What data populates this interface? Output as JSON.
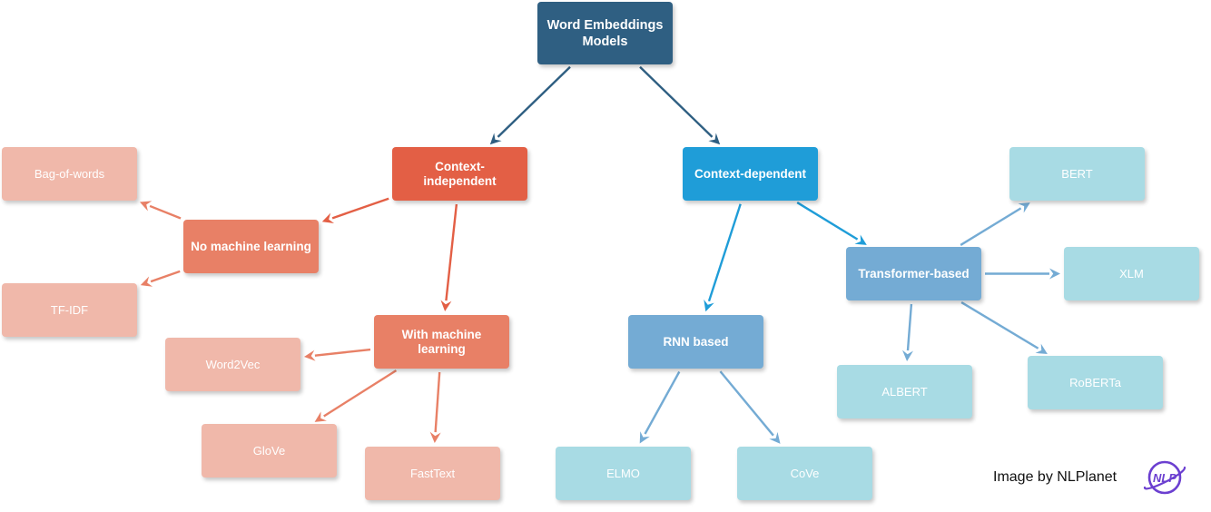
{
  "nodes": {
    "root": {
      "label": "Word Embeddings Models",
      "color": "#2f5f82",
      "text_color": "#ffffff"
    },
    "context_independent": {
      "label": "Context-independent",
      "color": "#e35f45",
      "text_color": "#ffffff"
    },
    "context_dependent": {
      "label": "Context-dependent",
      "color": "#1f9dd8",
      "text_color": "#ffffff"
    },
    "no_ml": {
      "label": "No machine learning",
      "color": "#e88066",
      "text_color": "#ffffff"
    },
    "with_ml": {
      "label": "With machine learning",
      "color": "#e88066",
      "text_color": "#ffffff"
    },
    "bag_of_words": {
      "label": "Bag-of-words",
      "color": "#f0b8aa",
      "text_color": "#ffffff"
    },
    "tf_idf": {
      "label": "TF-IDF",
      "color": "#f0b8aa",
      "text_color": "#ffffff"
    },
    "word2vec": {
      "label": "Word2Vec",
      "color": "#f0b8aa",
      "text_color": "#ffffff"
    },
    "glove": {
      "label": "GloVe",
      "color": "#f0b8aa",
      "text_color": "#ffffff"
    },
    "fasttext": {
      "label": "FastText",
      "color": "#f0b8aa",
      "text_color": "#ffffff"
    },
    "rnn_based": {
      "label": "RNN based",
      "color": "#74abd4",
      "text_color": "#ffffff"
    },
    "transformer_based": {
      "label": "Transformer-based",
      "color": "#74abd4",
      "text_color": "#ffffff"
    },
    "elmo": {
      "label": "ELMO",
      "color": "#a8dbe4",
      "text_color": "#ffffff"
    },
    "cove": {
      "label": "CoVe",
      "color": "#a8dbe4",
      "text_color": "#ffffff"
    },
    "bert": {
      "label": "BERT",
      "color": "#a8dbe4",
      "text_color": "#ffffff"
    },
    "xlm": {
      "label": "XLM",
      "color": "#a8dbe4",
      "text_color": "#ffffff"
    },
    "albert": {
      "label": "ALBERT",
      "color": "#a8dbe4",
      "text_color": "#ffffff"
    },
    "roberta": {
      "label": "RoBERTa",
      "color": "#a8dbe4",
      "text_color": "#ffffff"
    }
  },
  "edges": [
    {
      "from": "root",
      "to": "context_independent",
      "color": "#2f5f82"
    },
    {
      "from": "root",
      "to": "context_dependent",
      "color": "#2f5f82"
    },
    {
      "from": "context_independent",
      "to": "no_ml",
      "color": "#e35f45"
    },
    {
      "from": "context_independent",
      "to": "with_ml",
      "color": "#e35f45"
    },
    {
      "from": "no_ml",
      "to": "bag_of_words",
      "color": "#e88066"
    },
    {
      "from": "no_ml",
      "to": "tf_idf",
      "color": "#e88066"
    },
    {
      "from": "with_ml",
      "to": "word2vec",
      "color": "#e88066"
    },
    {
      "from": "with_ml",
      "to": "glove",
      "color": "#e88066"
    },
    {
      "from": "with_ml",
      "to": "fasttext",
      "color": "#e88066"
    },
    {
      "from": "context_dependent",
      "to": "rnn_based",
      "color": "#1f9dd8"
    },
    {
      "from": "context_dependent",
      "to": "transformer_based",
      "color": "#1f9dd8"
    },
    {
      "from": "rnn_based",
      "to": "elmo",
      "color": "#74abd4"
    },
    {
      "from": "rnn_based",
      "to": "cove",
      "color": "#74abd4"
    },
    {
      "from": "transformer_based",
      "to": "bert",
      "color": "#74abd4"
    },
    {
      "from": "transformer_based",
      "to": "xlm",
      "color": "#74abd4"
    },
    {
      "from": "transformer_based",
      "to": "albert",
      "color": "#74abd4"
    },
    {
      "from": "transformer_based",
      "to": "roberta",
      "color": "#74abd4"
    }
  ],
  "credit": {
    "text": "Image by NLPlanet"
  },
  "logo": {
    "icon": "planet-icon",
    "text": "NLP",
    "color": "#6b3fd0"
  }
}
